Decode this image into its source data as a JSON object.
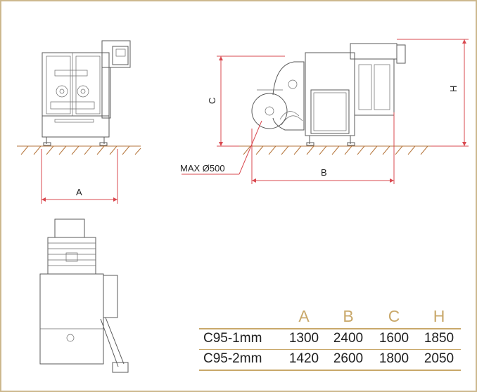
{
  "labels": {
    "dim_a": "A",
    "dim_b": "B",
    "dim_c": "C",
    "dim_h": "H",
    "max_roll": "MAX Ø500"
  },
  "table": {
    "headers": [
      "A",
      "B",
      "C",
      "H"
    ],
    "rows": [
      {
        "model": "C95-1mm",
        "a": "1300",
        "b": "2400",
        "c": "1600",
        "h": "1850"
      },
      {
        "model": "C95-2mm",
        "a": "1420",
        "b": "2600",
        "c": "1800",
        "h": "2050"
      }
    ]
  },
  "colors": {
    "frame_border": "#cdb88e",
    "dimension_line": "#d9484f",
    "ground_hatch": "#b5763d",
    "header_text": "#c9a86a"
  }
}
